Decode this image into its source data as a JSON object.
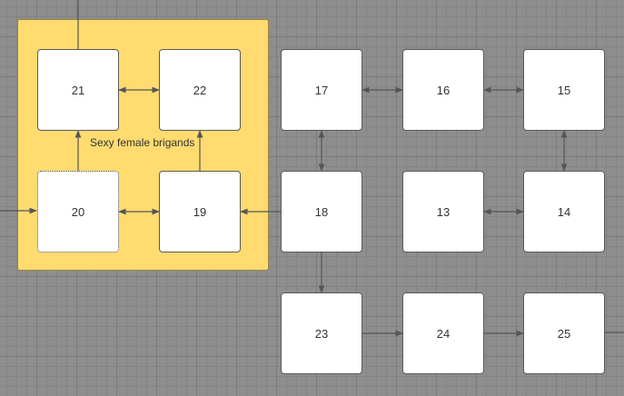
{
  "group": {
    "label": "Sexy female brigands",
    "fill": "#ffdb70"
  },
  "nodes": [
    {
      "id": "21",
      "label": "21"
    },
    {
      "id": "22",
      "label": "22"
    },
    {
      "id": "20",
      "label": "20"
    },
    {
      "id": "19",
      "label": "19"
    },
    {
      "id": "17",
      "label": "17"
    },
    {
      "id": "16",
      "label": "16"
    },
    {
      "id": "15",
      "label": "15"
    },
    {
      "id": "18",
      "label": "18"
    },
    {
      "id": "13",
      "label": "13"
    },
    {
      "id": "14",
      "label": "14"
    },
    {
      "id": "23",
      "label": "23"
    },
    {
      "id": "24",
      "label": "24"
    },
    {
      "id": "25",
      "label": "25"
    }
  ],
  "edges": [
    {
      "from": "21",
      "to": "22",
      "type": "bidirectional"
    },
    {
      "from": "20",
      "to": "21",
      "type": "directed"
    },
    {
      "from": "20",
      "to": "19",
      "type": "bidirectional"
    },
    {
      "from": "19",
      "to": "22",
      "type": "directed"
    },
    {
      "from": "18",
      "to": "19",
      "type": "directed"
    },
    {
      "from": "17",
      "to": "16",
      "type": "bidirectional"
    },
    {
      "from": "16",
      "to": "15",
      "type": "bidirectional"
    },
    {
      "from": "17",
      "to": "18",
      "type": "bidirectional"
    },
    {
      "from": "15",
      "to": "14",
      "type": "bidirectional"
    },
    {
      "from": "13",
      "to": "14",
      "type": "bidirectional"
    },
    {
      "from": "18",
      "to": "23",
      "type": "directed"
    },
    {
      "from": "23",
      "to": "24",
      "type": "directed"
    },
    {
      "from": "24",
      "to": "25",
      "type": "directed"
    }
  ]
}
